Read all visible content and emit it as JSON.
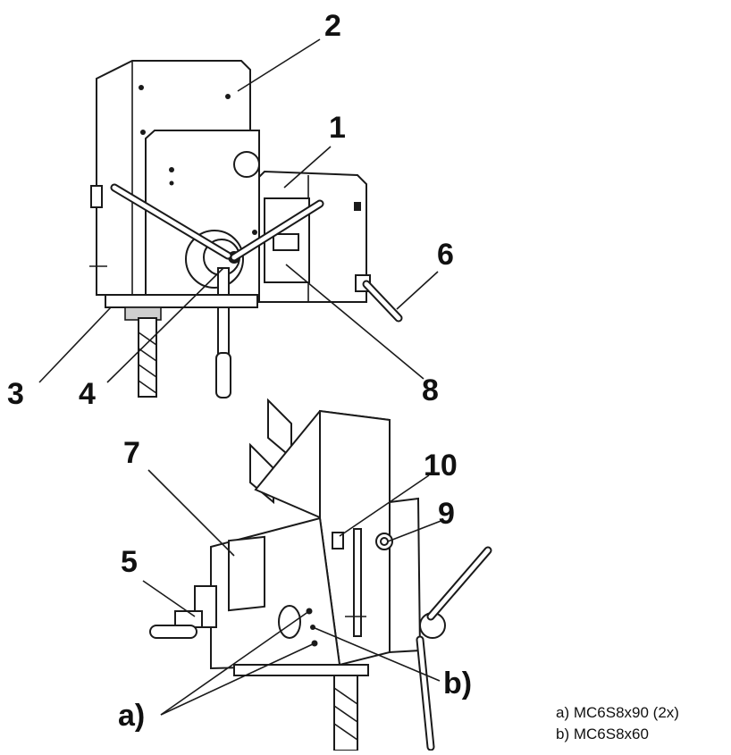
{
  "callouts": {
    "c1": "1",
    "c2": "2",
    "c3": "3",
    "c4": "4",
    "c5": "5",
    "c6": "6",
    "c7": "7",
    "c8": "8",
    "c9": "9",
    "c10": "10",
    "ca": "a)",
    "cb": "b)"
  },
  "legend": {
    "a": "a) MC6S8x90 (2x)",
    "b": "b) MC6S8x60"
  }
}
